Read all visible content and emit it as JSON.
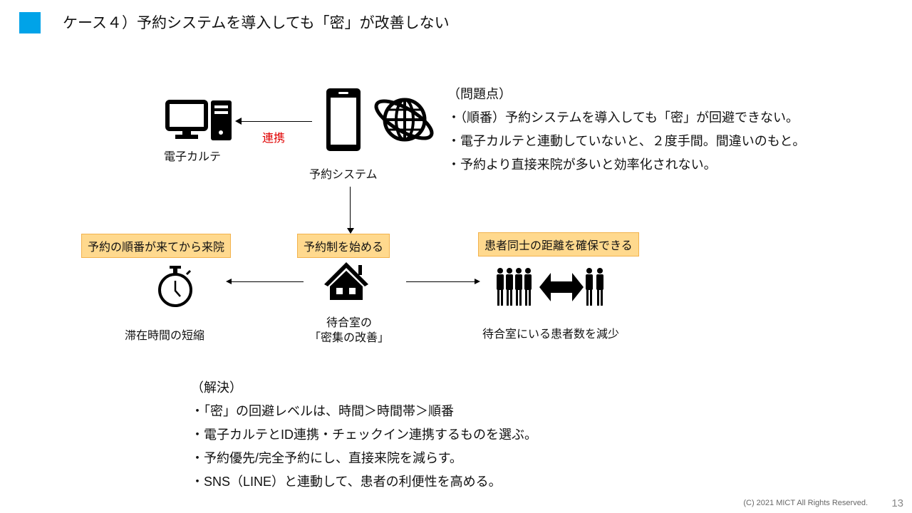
{
  "title": "ケース４）予約システムを導入しても「密」が改善しない",
  "top": {
    "ehr_label": "電子カルテ",
    "link_label": "連携",
    "reservation_label": "予約システム"
  },
  "problems": {
    "heading": "（問題点）",
    "items": [
      "・（順番）予約システムを導入しても「密」が回避できない。",
      "・電子カルテと連動していないと、２度手間。間違いのもと。",
      "・予約より直接来院が多いと効率化されない。"
    ]
  },
  "middle": {
    "left_box": "予約の順番が来てから来院",
    "center_box": "予約制を始める",
    "right_box": "患者同士の距離を確保できる",
    "left_label": "滞在時間の短縮",
    "center_label_1": "待合室の",
    "center_label_2": "「密集の改善」",
    "right_label": "待合室にいる患者数を減少"
  },
  "solutions": {
    "heading": "（解決）",
    "items": [
      "・「密」の回避レベルは、時間＞時間帯＞順番",
      "・電子カルテとID連携・チェックイン連携するものを選ぶ。",
      "・予約優先/完全予約にし、直接来院を減らす。",
      "・SNS（LINE）と連動して、患者の利便性を高める。"
    ]
  },
  "footer": "(C) 2021 MICT All Rights Reserved.",
  "page_number": "13",
  "colors": {
    "accent": "#00A3E8",
    "link": "#E00000",
    "box": "#FFD98E"
  }
}
